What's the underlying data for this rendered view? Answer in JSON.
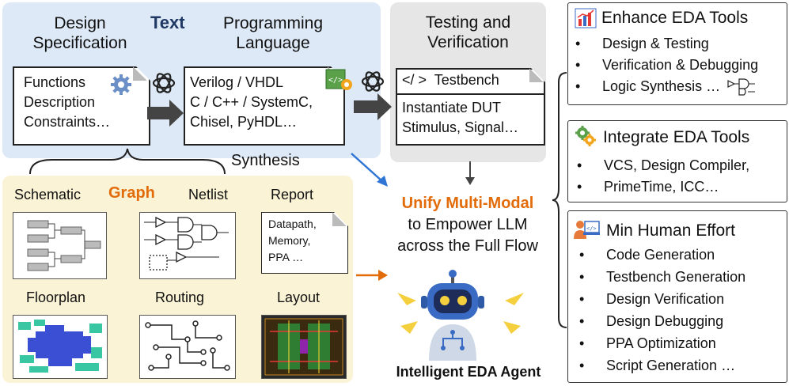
{
  "text_panel": {
    "title": "Text",
    "design_spec": [
      "Design",
      "Specification"
    ],
    "prog_lang": [
      "Programming",
      "Language"
    ],
    "spec_lines": [
      "Functions",
      "Description",
      "Constraints…"
    ],
    "lang_lines": [
      "Verilog / VHDL",
      "C / C++ / SystemC,",
      "Chisel, PyHDL…"
    ],
    "synthesis": "Synthesis"
  },
  "testing_panel": {
    "title": [
      "Testing and",
      "Verification"
    ],
    "testbench": "</ >  Testbench",
    "lines": [
      "Instantiate DUT",
      "Stimulus, Signal…"
    ]
  },
  "graph_panel": {
    "title": "Graph",
    "labels": [
      "Schematic",
      "Netlist",
      "Report",
      "Floorplan",
      "Routing",
      "Layout"
    ],
    "report_lines": [
      "Datapath,",
      "Memory,",
      "PPA …"
    ]
  },
  "center": {
    "unify": "Unify Multi-Modal",
    "line2": "to Empower LLM",
    "line3": "across the Full Flow",
    "agent": "Intelligent EDA Agent"
  },
  "right": {
    "enhance": {
      "title": "Enhance EDA Tools",
      "items": [
        "Design & Testing",
        "Verification & Debugging",
        "Logic Synthesis … "
      ]
    },
    "integrate": {
      "title": "Integrate EDA Tools",
      "items": [
        "VCS, Design Compiler,",
        "PrimeTime, ICC…"
      ]
    },
    "human": {
      "title": "Min Human Effort",
      "items": [
        "Code Generation",
        "Testbench Generation",
        "Design Verification",
        "Design Debugging",
        "PPA Optimization",
        "Script Generation …"
      ]
    }
  },
  "colors": {
    "text_title": "#1f3864",
    "graph_title": "#e26b0a",
    "unify": "#e26b0a",
    "arrow_blue": "#2f75d6",
    "arrow_orange": "#e26b0a"
  }
}
